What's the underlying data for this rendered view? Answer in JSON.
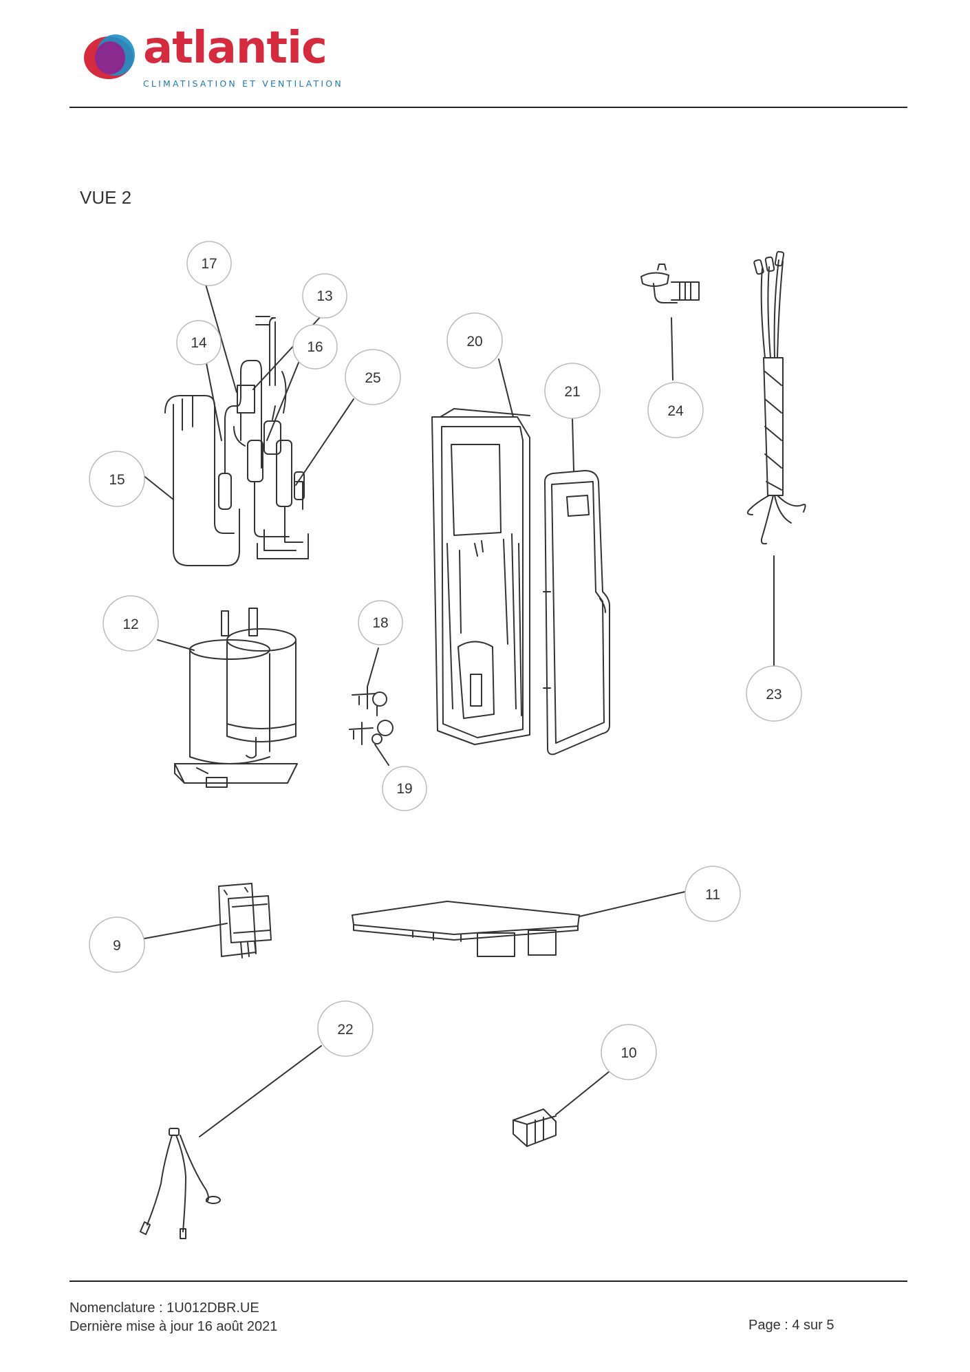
{
  "header": {
    "brand": "atlantic",
    "tagline": "CLIMATISATION ET VENTILATION",
    "colors": {
      "brand_red": "#d52b3f",
      "brand_blue": "#1e7ab8",
      "brand_purple": "#8a2a8f"
    }
  },
  "view_title": "VUE 2",
  "callouts": [
    {
      "label": "17"
    },
    {
      "label": "13"
    },
    {
      "label": "14"
    },
    {
      "label": "16"
    },
    {
      "label": "25"
    },
    {
      "label": "15"
    },
    {
      "label": "20"
    },
    {
      "label": "21"
    },
    {
      "label": "24"
    },
    {
      "label": "12"
    },
    {
      "label": "18"
    },
    {
      "label": "19"
    },
    {
      "label": "23"
    },
    {
      "label": "9"
    },
    {
      "label": "11"
    },
    {
      "label": "22"
    },
    {
      "label": "10"
    }
  ],
  "footer": {
    "nomenclature": "Nomenclature : 1U012DBR.UE",
    "updated": "Dernière mise à jour 16 août 2021",
    "page": "Page : 4 sur 5"
  }
}
